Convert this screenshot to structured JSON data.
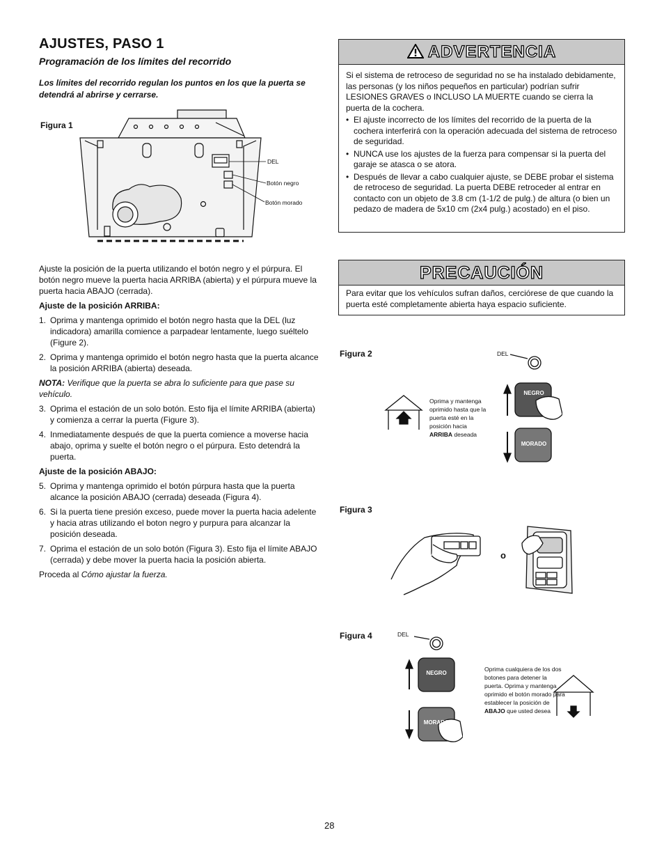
{
  "header": {
    "title": "AJUSTES, PASO 1",
    "subtitle": "Programación de los límites del recorrido",
    "intro": "Los límites del recorrido regulan los puntos en los que la puerta se detendrá al abrirse y cerrarse."
  },
  "figure1": {
    "label": "Figura 1",
    "callouts": [
      "DEL",
      "Botón negro",
      "Botón morado"
    ]
  },
  "body": {
    "paragraph": "Ajuste la posición de la puerta utilizando el botón negro y el púrpura. El botón negro mueve la puerta hacia ARRIBA (abierta) y el púrpura mueve la puerta hacia ABAJO (cerrada).",
    "up_heading": "Ajuste de la posición ARRIBA:",
    "up_steps": [
      {
        "num": "1.",
        "text": "Oprima y mantenga oprimido el botón negro hasta que la DEL (luz indicadora) amarilla comience a parpadear lentamente, luego suéltelo (Figure 2)."
      },
      {
        "num": "2.",
        "text": "Oprima y mantenga oprimido el botón negro hasta que la puerta alcance la posición ARRIBA (abierta) deseada."
      }
    ],
    "note_label": "NOTA:",
    "note_text": " Verifique que la puerta se abra lo suficiente para que pase su vehículo.",
    "up_steps_2": [
      {
        "num": "3.",
        "text": "Oprima el estación de un solo botón. Esto fija el límite ARRIBA (abierta) y comienza a cerrar la puerta (Figure 3)."
      },
      {
        "num": "4.",
        "text": "Inmediatamente después de que la puerta comience a moverse hacia abajo, oprima y suelte el botón negro o el púrpura. Esto detendrá la puerta."
      }
    ],
    "down_heading": "Ajuste de la posición ABAJO:",
    "down_steps": [
      {
        "num": "5.",
        "text": "Oprima y mantenga oprimido el botón púrpura hasta que la puerta alcance la posición ABAJO (cerrada) deseada (Figura 4)."
      },
      {
        "num": "6.",
        "text": "Si la puerta tiene presión exceso, puede mover la puerta hacia adelente y hacia atras utilizando el boton negro y purpura para alcanzar la posición deseada."
      },
      {
        "num": "7.",
        "text": "Oprima el estación de un solo botón (Figura 3). Esto fija el límite ABAJO (cerrada) y debe mover la puerta hacia la posición abierta."
      }
    ],
    "proceed_prefix": "Proceda al ",
    "proceed_link": "Cómo ajustar la fuerza."
  },
  "warning": {
    "title": "ADVERTENCIA",
    "text": "Si el sistema de retroceso de seguridad no se ha instalado debidamente, las personas (y los niños pequeños en particular) podrían sufrir LESIONES GRAVES o INCLUSO LA MUERTE cuando se cierra la puerta de la cochera.",
    "bullets": [
      "El ajuste incorrecto de los límites del recorrido de la puerta de la cochera interferirá con la operación adecuada del sistema de retroceso de seguridad.",
      "NUNCA use los ajustes de la fuerza para compensar si la puerta del garaje se atasca o se atora.",
      "Después de llevar a cabo cualquier ajuste, se DEBE probar el sistema de retroceso de seguridad. La puerta DEBE retroceder al entrar en contacto con un objeto de 3.8 cm (1-1/2 de pulg.) de altura (o bien un pedazo de madera de 5x10 cm (2x4 pulg.) acostado) en el piso."
    ]
  },
  "caution": {
    "title": "PRECAUCIÓN",
    "text": "Para evitar que los vehículos sufran daños, cerciórese de que cuando la puerta esté completamente abierta haya espacio suficiente."
  },
  "figure2": {
    "label": "Figura 2",
    "led": "DEL",
    "button_black": "NEGRO",
    "button_purple": "MORADO",
    "caption_pre": "Oprima y mantenga oprimido hasta que la puerta esté en la posición hacia ",
    "caption_bold": "ARRIBA",
    "caption_post": " deseada"
  },
  "figure3": {
    "label": "Figura 3",
    "or": "o"
  },
  "figure4": {
    "label": "Figura 4",
    "led": "DEL",
    "button_black": "NEGRO",
    "button_purple": "MORADO",
    "caption_pre": "Oprima cualquiera de los dos botones para detener la puerta. Oprima y mantenga oprimido el botón morado para establecer la posición de ",
    "caption_bold": "ABAJO",
    "caption_post": " que usted desea"
  },
  "page_number": "28"
}
